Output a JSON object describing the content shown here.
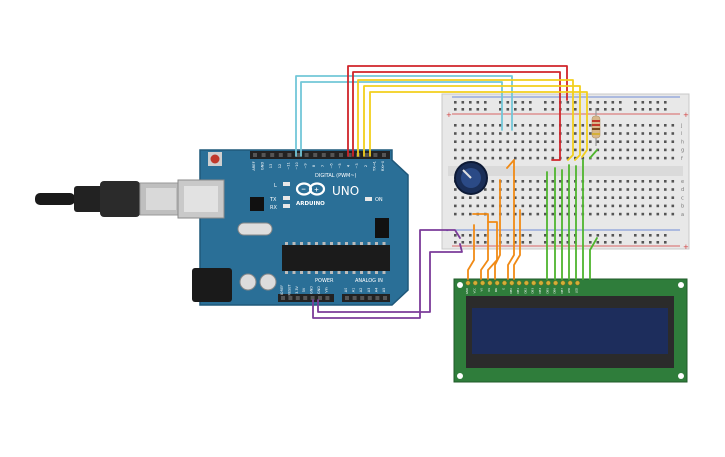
{
  "arduino": {
    "brand_label": "ARDUINO",
    "model_label": "UNO",
    "digital_header_label": "DIGITAL (PWM~)",
    "power_label": "POWER",
    "analog_label": "ANALOG IN",
    "on_label": "ON",
    "l_label": "L",
    "tx_label": "TX",
    "rx_label": "RX",
    "digital_pins": [
      "AREF",
      "GND",
      "13",
      "12",
      "~11",
      "~10",
      "~9",
      "8",
      "7",
      "~6",
      "~5",
      "4",
      "~3",
      "2",
      "TX→1",
      "RX←0"
    ],
    "power_pins": [
      "IOREF",
      "RESET",
      "3.3V",
      "5V",
      "GND",
      "GND",
      "Vin"
    ],
    "analog_pins": [
      "A0",
      "A1",
      "A2",
      "A3",
      "A4",
      "A5"
    ]
  },
  "breadboard": {
    "row_labels_top": [
      "j",
      "i",
      "h",
      "g",
      "f"
    ],
    "row_labels_bottom": [
      "e",
      "d",
      "c",
      "b",
      "a"
    ],
    "rail_plus": "+",
    "rail_minus": "-"
  },
  "lcd": {
    "pins": [
      "GND",
      "VCC",
      "V0",
      "RS",
      "RW",
      "E",
      "DB0",
      "DB1",
      "DB2",
      "DB3",
      "DB4",
      "DB5",
      "DB6",
      "DB7",
      "LED",
      "LED"
    ]
  },
  "colors": {
    "board": "#2a6f97",
    "board_dark": "#1f587a",
    "breadboard": "#e8e8e8",
    "lcd_pcb": "#2f7d3b",
    "lcd_screen": "#1d2d5c",
    "wire_cyan": "#72c7d8",
    "wire_red": "#d0242a",
    "wire_yellow": "#f2cf1d",
    "wire_green": "#4fb52e",
    "wire_orange": "#f08a16",
    "wire_purple": "#7b3b99"
  }
}
